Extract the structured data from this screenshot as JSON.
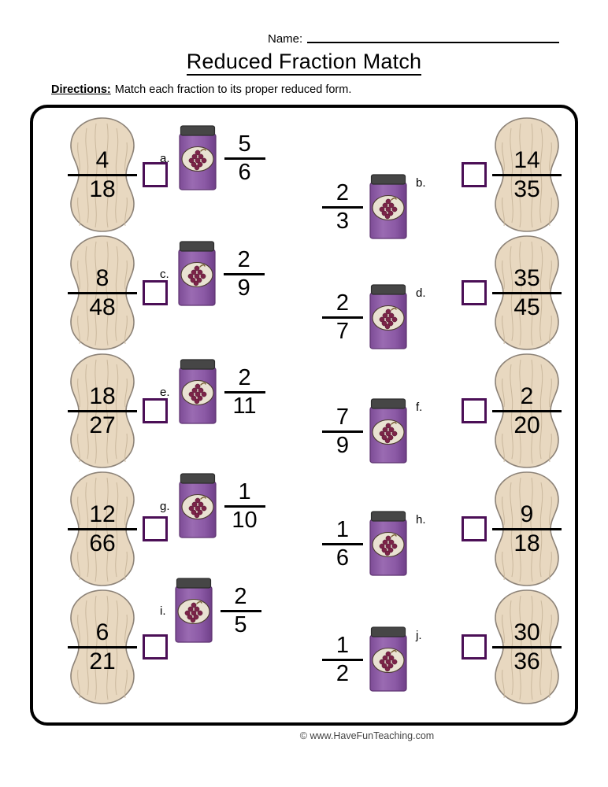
{
  "header": {
    "name_label": "Name:",
    "title": "Reduced Fraction Match",
    "directions_label": "Directions:",
    "directions_text": "Match each fraction to its proper reduced form."
  },
  "footer": {
    "copyright": "© www.HaveFunTeaching.com"
  },
  "colors": {
    "answer_box_border": "#4b0f56",
    "peanut_fill": "#e8d8c0",
    "peanut_outline": "#8d8378",
    "jar_body": "#8b59a5",
    "jar_lid": "#464646",
    "jar_label": "#e9e2d2",
    "grape": "#7c2348",
    "frame_border": "#000000"
  },
  "left_peanuts": [
    {
      "numerator": "4",
      "denominator": "18",
      "answer": ""
    },
    {
      "numerator": "8",
      "denominator": "48",
      "answer": ""
    },
    {
      "numerator": "18",
      "denominator": "27",
      "answer": ""
    },
    {
      "numerator": "12",
      "denominator": "66",
      "answer": ""
    },
    {
      "numerator": "6",
      "denominator": "21",
      "answer": ""
    }
  ],
  "right_peanuts": [
    {
      "numerator": "14",
      "denominator": "35",
      "answer": ""
    },
    {
      "numerator": "35",
      "denominator": "45",
      "answer": ""
    },
    {
      "numerator": "2",
      "denominator": "20",
      "answer": ""
    },
    {
      "numerator": "9",
      "denominator": "18",
      "answer": ""
    },
    {
      "numerator": "30",
      "denominator": "36",
      "answer": ""
    }
  ],
  "left_jars": [
    {
      "letter": "a.",
      "numerator": "5",
      "denominator": "6"
    },
    {
      "letter": "c.",
      "numerator": "2",
      "denominator": "9"
    },
    {
      "letter": "e.",
      "numerator": "2",
      "denominator": "11"
    },
    {
      "letter": "g.",
      "numerator": "1",
      "denominator": "10"
    },
    {
      "letter": "i.",
      "numerator": "2",
      "denominator": "5"
    }
  ],
  "right_jars": [
    {
      "letter": "b.",
      "numerator": "2",
      "denominator": "3"
    },
    {
      "letter": "d.",
      "numerator": "2",
      "denominator": "7"
    },
    {
      "letter": "f.",
      "numerator": "7",
      "denominator": "9"
    },
    {
      "letter": "h.",
      "numerator": "1",
      "denominator": "6"
    },
    {
      "letter": "j.",
      "numerator": "1",
      "denominator": "2"
    }
  ]
}
